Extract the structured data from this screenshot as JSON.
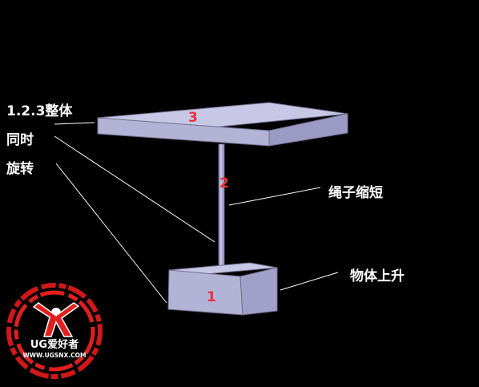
{
  "parts": {
    "box_number": "1",
    "rope_number": "2",
    "plate_number": "3"
  },
  "callouts": {
    "group_line1": "1.2.3整体",
    "group_line2": "同时",
    "group_line3": "旋转",
    "rope": "绳子缩短",
    "object": "物体上升"
  },
  "logo": {
    "brand": "UG爱好者",
    "url": "WWW.UGSNX.COM"
  },
  "colors": {
    "background": "#000000",
    "part_front": "#b3b3d6",
    "part_top": "#c8c8e6",
    "part_side": "#9696c0",
    "number_red": "#e8303c",
    "callout_text": "#ffffff",
    "leader_line": "#ffffff",
    "logo_red": "#e02020"
  }
}
